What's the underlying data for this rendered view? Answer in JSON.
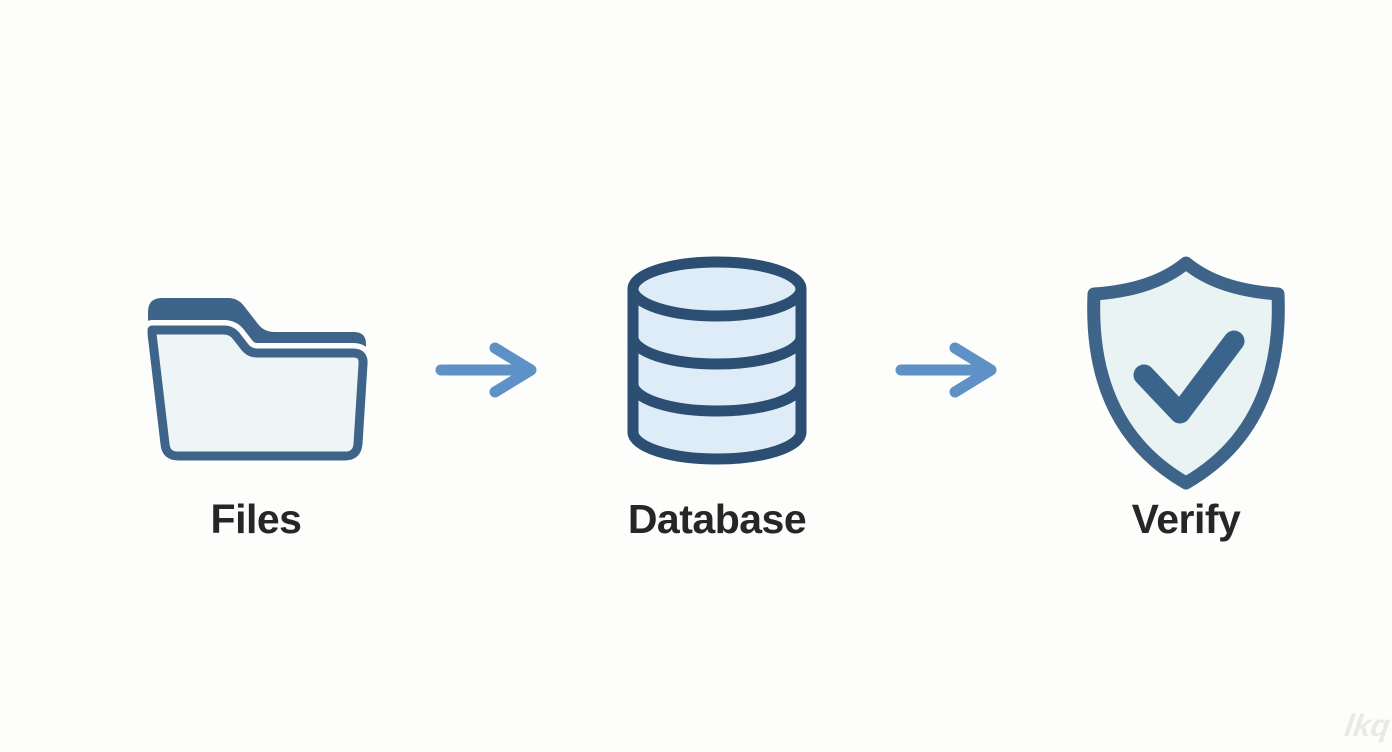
{
  "diagram": {
    "nodes": [
      {
        "id": "files",
        "label": "Files",
        "icon": "folder-icon"
      },
      {
        "id": "database",
        "label": "Database",
        "icon": "database-icon"
      },
      {
        "id": "verify",
        "label": "Verify",
        "icon": "shield-check-icon"
      }
    ],
    "connectors": [
      {
        "from": "files",
        "to": "database",
        "type": "arrow-right"
      },
      {
        "from": "database",
        "to": "verify",
        "type": "arrow-right"
      }
    ]
  },
  "watermark": {
    "text": "lkq"
  },
  "colors": {
    "bg": "#fdfdfc",
    "icon_outline": "#3e6589",
    "icon_outline_dark": "#2b4e72",
    "folder_fill": "#eef5f6",
    "db_fill": "#ddecf7",
    "shield_fill": "#eaf3f3",
    "check_color": "#3a648c",
    "arrow_color": "#5e92c6",
    "label_text": "#262626",
    "watermark_color": "#e9e9e6"
  }
}
